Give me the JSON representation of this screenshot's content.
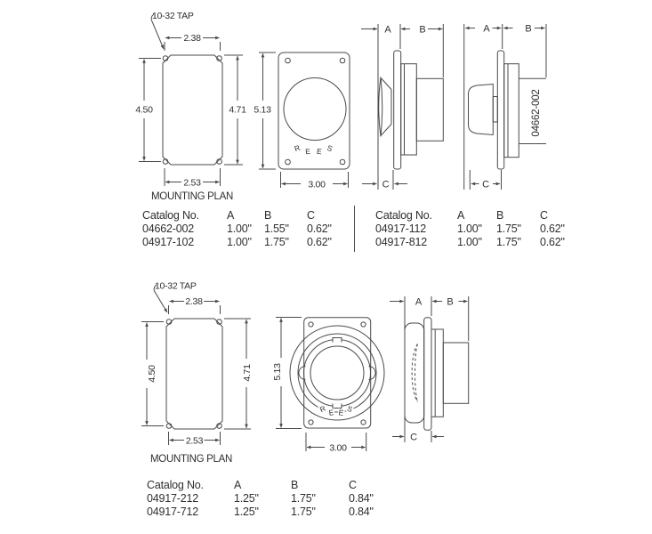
{
  "colors": {
    "background": "#ffffff",
    "line": "#4a4a4a",
    "text": "#2f2f2f"
  },
  "top": {
    "plan": {
      "tap_label": "10-32 TAP",
      "dim_top": "2.38",
      "dim_left": "4.50",
      "dim_right": "4.71",
      "dim_bottom": "2.53",
      "caption": "MOUNTING PLAN"
    },
    "front": {
      "dim_height": "5.13",
      "dim_width": "3.00",
      "brand_letters": [
        "R",
        "E",
        "E",
        "S"
      ]
    },
    "side_left": {
      "dim_a": "A",
      "dim_b": "B",
      "dim_c": "C"
    },
    "side_right": {
      "dim_a": "A",
      "dim_b": "B",
      "dim_c": "C",
      "part_number": "04662-002"
    },
    "table_left": {
      "headers": [
        "Catalog No.",
        "A",
        "B",
        "C"
      ],
      "rows": [
        [
          "04662-002",
          "1.00\"",
          "1.55\"",
          "0.62\""
        ],
        [
          "04917-102",
          "1.00\"",
          "1.75\"",
          "0.62\""
        ]
      ]
    },
    "table_right": {
      "headers": [
        "Catalog No.",
        "A",
        "B",
        "C"
      ],
      "rows": [
        [
          "04917-112",
          "1.00\"",
          "1.75\"",
          "0.62\""
        ],
        [
          "04917-812",
          "1.00\"",
          "1.75\"",
          "0.62\""
        ]
      ]
    }
  },
  "bottom": {
    "plan": {
      "tap_label": "10-32 TAP",
      "dim_top": "2.38",
      "dim_left": "4.50",
      "dim_right": "4.71",
      "dim_bottom": "2.53",
      "caption": "MOUNTING PLAN"
    },
    "front": {
      "dim_height": "5.13",
      "dim_width": "3.00",
      "brand_letters": [
        "R",
        "E",
        "E",
        "S"
      ]
    },
    "side": {
      "dim_a": "A",
      "dim_b": "B",
      "dim_c": "C"
    },
    "table": {
      "headers": [
        "Catalog No.",
        "A",
        "B",
        "C"
      ],
      "rows": [
        [
          "04917-212",
          "1.25\"",
          "1.75\"",
          "0.84\""
        ],
        [
          "04917-712",
          "1.25\"",
          "1.75\"",
          "0.84\""
        ]
      ]
    }
  }
}
